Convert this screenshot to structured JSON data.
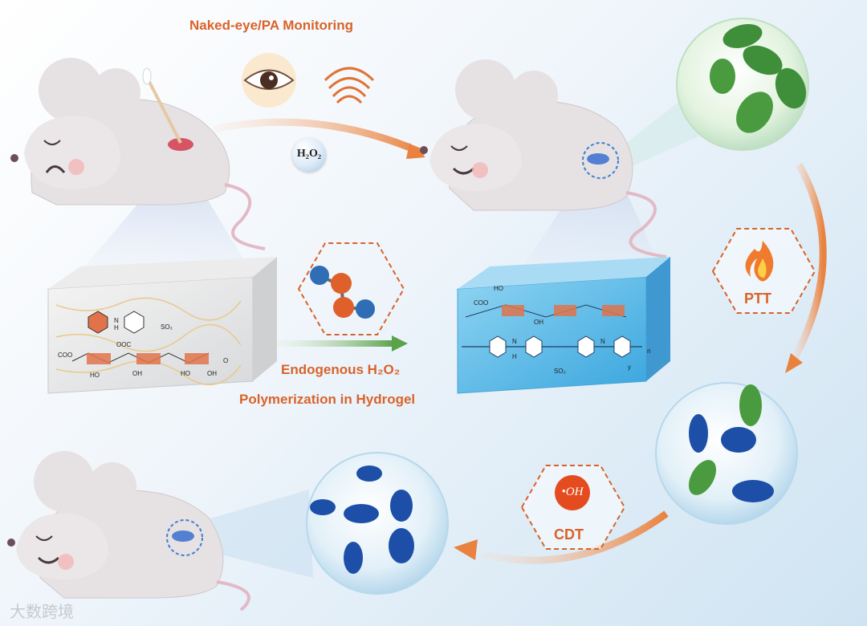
{
  "labels": {
    "top_title": "Naked-eye/PA Monitoring",
    "h2o2": "H₂O₂",
    "endogenous": "Endogenous H₂O₂",
    "polymerization": "Polymerization in Hydrogel",
    "ptt": "PTT",
    "cdt": "CDT",
    "hydroxyl": "•OH"
  },
  "watermark": "大数跨境",
  "chem_labels": {
    "left_gel": [
      "N",
      "H",
      "SO₃",
      "OOC",
      "HO",
      "OH",
      "COO",
      "HO",
      "OH",
      "O"
    ],
    "right_gel": [
      "COO",
      "HO",
      "OH",
      "N",
      "H",
      "N",
      "n",
      "SO₃",
      "y"
    ]
  },
  "icons": [
    "eye-icon",
    "sound-wave-icon",
    "flame-icon",
    "molecule-icon",
    "swab-icon"
  ],
  "colors": {
    "accent_orange": "#d8632a",
    "bacteria_green": "#3f8f3a",
    "bacteria_blue": "#1d4fa8",
    "gel_blue": "#55b7e6",
    "mouse_body": "#e6e1e3"
  }
}
